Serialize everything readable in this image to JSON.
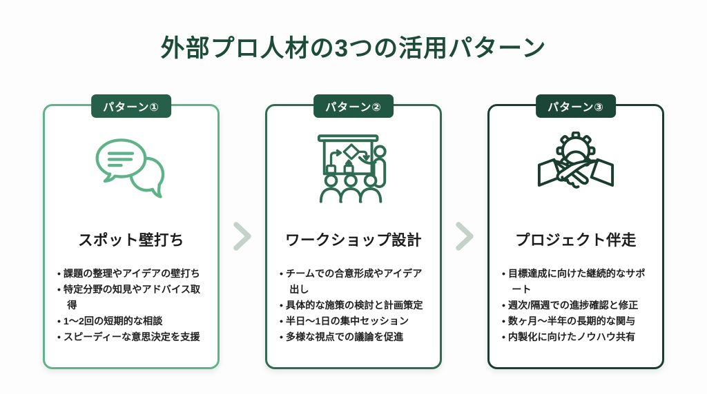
{
  "page": {
    "title": "外部プロ人材の3つの活用パターン"
  },
  "colors": {
    "title_text": "#1d4b39",
    "badge_text": "#ffffff",
    "body_text": "#1f1f1f",
    "arrow": "#c5d2c9",
    "background": "#fdfdfd",
    "card1_accent": "#5fb389",
    "card2_accent": "#2e6b52",
    "card3_accent": "#1a3d30",
    "badge1_bg": "#265f4a",
    "badge2_bg": "#215643",
    "badge3_bg": "#1b4637"
  },
  "cards": [
    {
      "badge": "パターン①",
      "icon": "speech-bubbles-icon",
      "title": "スポット壁打ち",
      "bullets": [
        "課題の整理やアイデアの壁打ち",
        "特定分野の知見やアドバイス取得",
        "1〜2回の短期的な相談",
        "スピーディーな意思決定を支援"
      ]
    },
    {
      "badge": "パターン②",
      "icon": "workshop-presentation-icon",
      "title": "ワークショップ設計",
      "bullets": [
        "チームでの合意形成やアイデア出し",
        "具体的な施策の検討と計画策定",
        "半日〜1日の集中セッション",
        "多様な視点での議論を促進"
      ]
    },
    {
      "badge": "パターン③",
      "icon": "handshake-gear-icon",
      "title": "プロジェクト伴走",
      "bullets": [
        "目標達成に向けた継続的なサポート",
        "週次/隔週での進捗確認と修正",
        "数ヶ月〜半年の長期的な関与",
        "内製化に向けたノウハウ共有"
      ]
    }
  ]
}
